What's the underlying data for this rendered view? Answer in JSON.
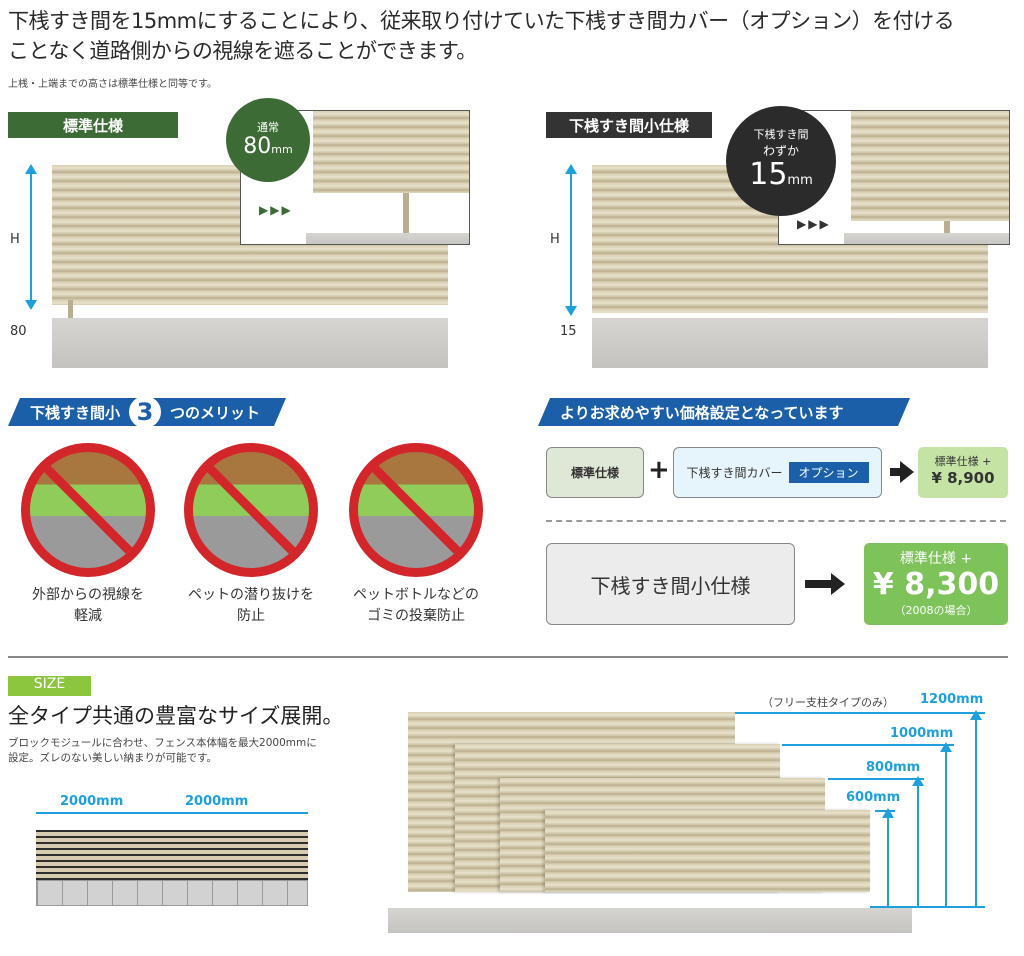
{
  "headline": [
    "下桟すき間を15mmにすることにより、従来取り付けていた下桟すき間カバー（オプション）を付ける",
    "ことなく道路側からの視線を遮ることができます。"
  ],
  "note": "上桟・上端までの高さは標準仕様と同等です。",
  "standard": {
    "label": "標準仕様",
    "badge_top": "通常",
    "badge_value": "80",
    "badge_unit": "mm",
    "height_label": "H",
    "gap_label": "80",
    "arrows": "▶▶▶"
  },
  "small_gap": {
    "label": "下桟すき間小仕様",
    "badge_top": "下桟すき間",
    "badge_mid": "わずか",
    "badge_value": "15",
    "badge_unit": "mm",
    "height_label": "H",
    "gap_label": "15",
    "arrows": "▶▶▶"
  },
  "merits": {
    "banner_pre": "下桟すき間小",
    "banner_num": "3",
    "banner_post": "つのメリット",
    "items": [
      {
        "line1": "外部からの視線を",
        "line2": "軽減"
      },
      {
        "line1": "ペットの潜り抜けを",
        "line2": "防止"
      },
      {
        "line1": "ペットボトルなどの",
        "line2": "ゴミの投棄防止"
      }
    ]
  },
  "pricing": {
    "banner": "よりお求めやすい価格設定となっています",
    "box_standard": "標準仕様",
    "plus": "+",
    "box_cover": "下桟すき間カバー",
    "option_tag": "オプション",
    "result1_top": "標準仕様 +",
    "result1_price": "¥ 8,900",
    "box_small": "下桟すき間小仕様",
    "result2_top": "標準仕様 +",
    "result2_price": "¥ 8,300",
    "result2_note": "（2008の場合）",
    "colors": {
      "green_box": "#7dc35a",
      "light_green": "#c5e3a5",
      "blue": "#1a5fa8"
    }
  },
  "size": {
    "tag": "SIZE",
    "title": "全タイプ共通の豊富なサイズ展開。",
    "desc": [
      "ブロックモジュールに合わせ、フェンス本体幅を最大2000mmに",
      "設定。ズレのない美しい納まりが可能です。"
    ],
    "widths": [
      "2000mm",
      "2000mm"
    ],
    "heights_note": "（フリー支柱タイプのみ）",
    "heights": [
      "1200mm",
      "1000mm",
      "800mm",
      "600mm"
    ]
  }
}
